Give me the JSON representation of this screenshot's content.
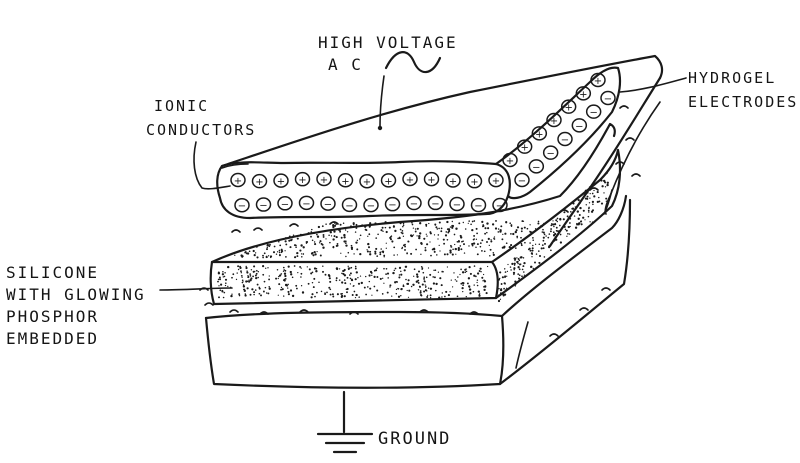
{
  "labels": {
    "high_voltage": [
      "HIGH VOLTAGE",
      "A C"
    ],
    "ionic_conductors": [
      "IONIC",
      "CONDUCTORS"
    ],
    "hydrogel_electrodes": [
      "HYDROGEL",
      "ELECTRODES"
    ],
    "silicone": [
      "SILICONE",
      "WITH GLOWING",
      "PHOSPHOR",
      "EMBEDDED"
    ],
    "ground": "GROUND"
  },
  "symbols": {
    "positive_charge": "+",
    "negative_charge": "−"
  },
  "colors": {
    "ink": "#1a1a1a",
    "paper": "#ffffff"
  }
}
